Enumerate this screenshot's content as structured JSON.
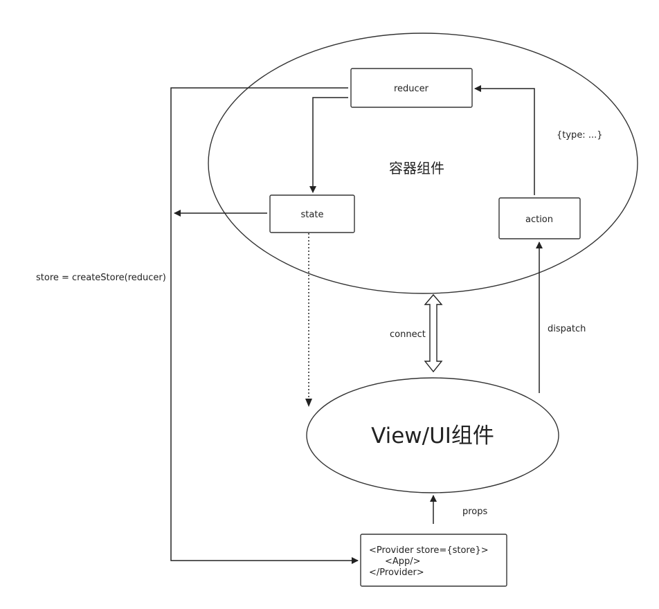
{
  "diagram": {
    "container_component": "容器组件",
    "view_component": "View/UI组件",
    "nodes": {
      "reducer": "reducer",
      "state": "state",
      "action": "action"
    },
    "provider": {
      "line1": "<Provider store={store}>",
      "line2": "<App/>",
      "line3": "</Provider>"
    },
    "labels": {
      "store": "store = createStore(reducer)",
      "connect": "connect",
      "dispatch": "dispatch",
      "props": "props",
      "type": "{type: ...}"
    }
  }
}
